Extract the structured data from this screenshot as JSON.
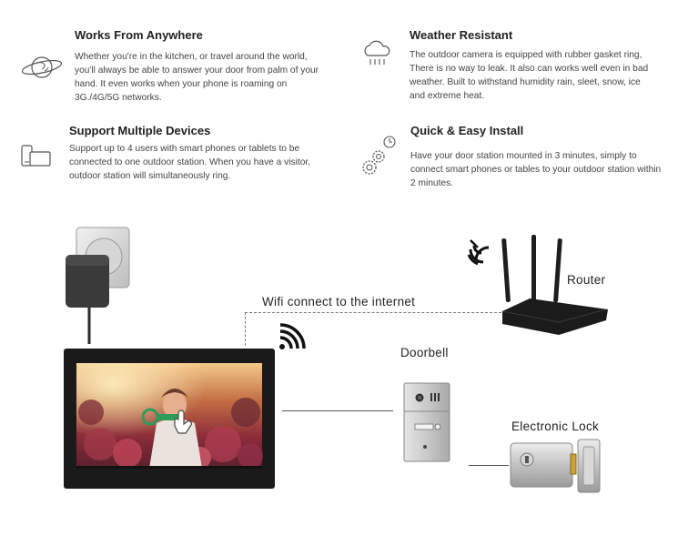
{
  "features": [
    {
      "title": "Works From Anywhere",
      "text": "Whether you're in the kitchen, or travel around the world, you'll always be able to answer your door from palm of your hand. It even works when your phone is roaming on 3G./4G/5G networks.",
      "icon": "globe-orbit-icon"
    },
    {
      "title": "Weather Resistant",
      "text": "The outdoor camera is equipped with rubber gasket ring, There is no way to leak. It also can works well even in bad weather. Built to withstand humidity rain, sleet, snow, ice and extreme heat.",
      "icon": "cloud-rain-icon"
    },
    {
      "title": "Support Multiple Devices",
      "text": "Support up to 4 users with smart phones or tablets to be connected to one outdoor station. When you have a visitor, outdoor station will simultaneously ring.",
      "icon": "devices-icon"
    },
    {
      "title": "Quick & Easy Install",
      "text": "Have your door station mounted in 3 minutes, simply to connect smart phones or tables to your outdoor station within 2 minutes.",
      "icon": "gears-clock-icon"
    }
  ],
  "diagram": {
    "wifi_label": "Wifi connect to the internet",
    "router_label": "Router",
    "doorbell_label": "Doorbell",
    "lock_label": "Electronic Lock"
  },
  "colors": {
    "text": "#444444",
    "title": "#222222",
    "monitor_frame": "#1a1a1a",
    "router_body": "#1b1b1b",
    "doorbell_panel": "#c8c8c8",
    "lock_body": "#bfbfbf",
    "unlock_accent": "#2e9b5a"
  }
}
